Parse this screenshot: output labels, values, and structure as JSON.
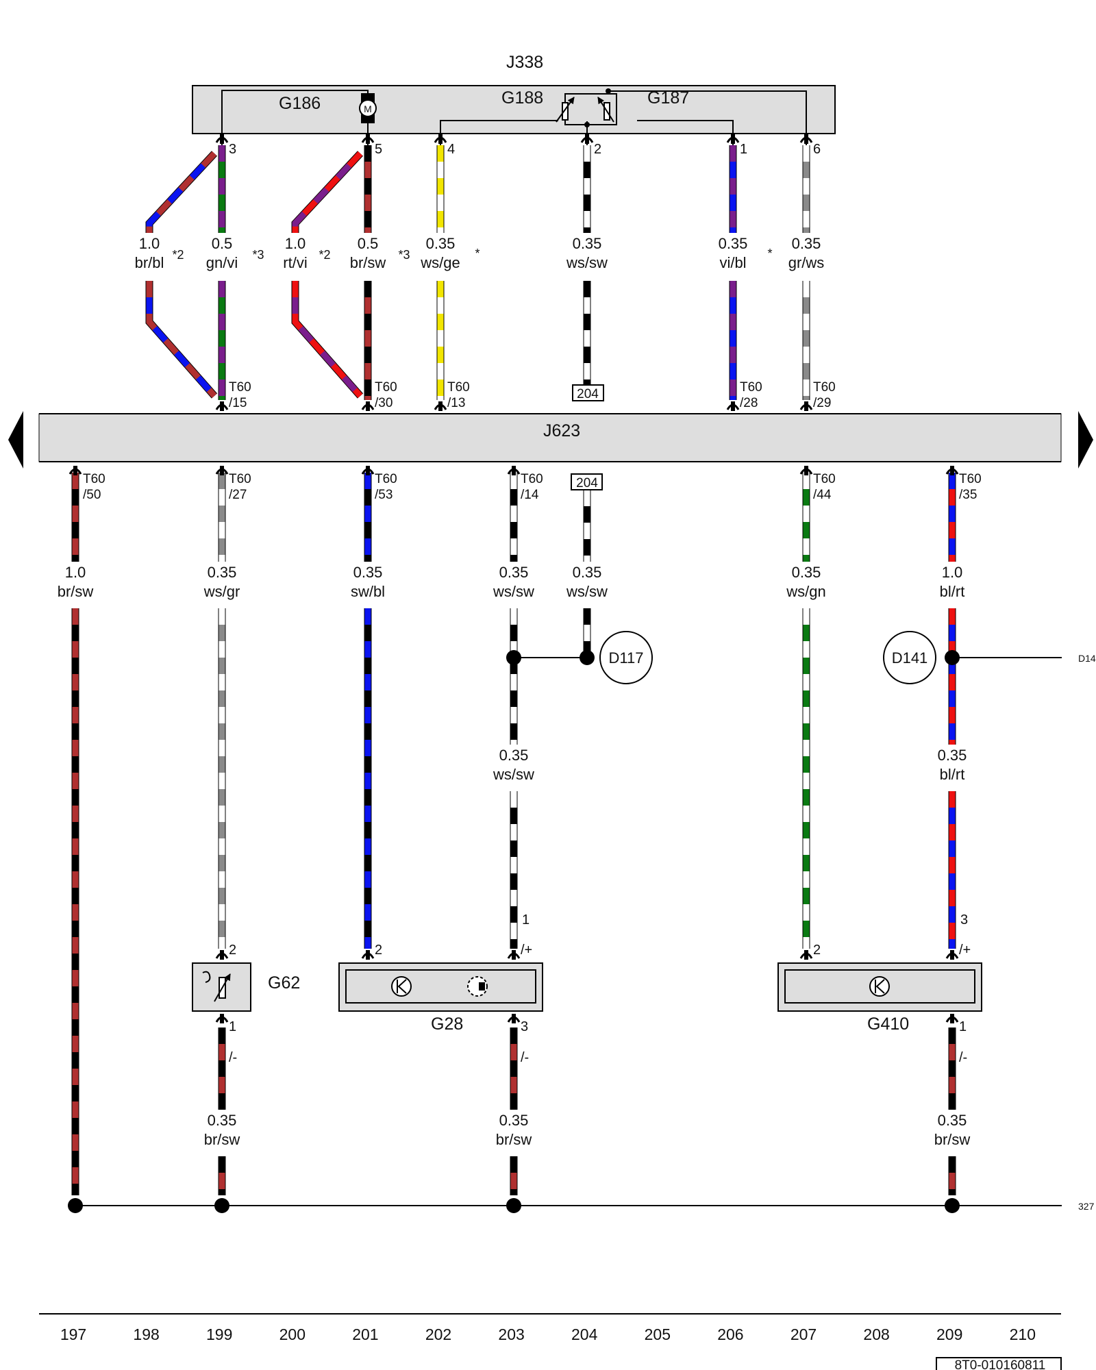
{
  "colors": {
    "br": "#b03030",
    "bl": "#0a14f0",
    "gn": "#0a7a12",
    "vi": "#7a1e8c",
    "rt": "#ee1111",
    "sw": "#000000",
    "ws": "#ffffff",
    "ge": "#f2e600",
    "gr": "#8a8a8a",
    "box_fill": "#dedede",
    "line": "#000000"
  },
  "components": {
    "J338": "J338",
    "G186": "G186",
    "G188": "G188",
    "G187": "G187",
    "J623": "J623",
    "G62": "G62",
    "G28": "G28",
    "G410": "G410",
    "D117": "D117",
    "D141": "D141",
    "motor_symbol": "M"
  },
  "ref_box_204": "204",
  "references": {
    "right_d14": "D14",
    "right_327": "327"
  },
  "upper_wires": [
    {
      "id": "w199",
      "size": "0.5",
      "color": "gn/vi",
      "marker": "*3",
      "pin": "3",
      "conn_a": "T60",
      "conn_b": "/15"
    },
    {
      "id": "w198",
      "size": "1.0",
      "color": "br/bl",
      "marker": "*2"
    },
    {
      "id": "w201",
      "size": "0.5",
      "color": "br/sw",
      "marker": "*3",
      "pin": "5",
      "conn_a": "T60",
      "conn_b": "/30"
    },
    {
      "id": "w200",
      "size": "1.0",
      "color": "rt/vi",
      "marker": "*2"
    },
    {
      "id": "w202",
      "size": "0.35",
      "color": "ws/ge",
      "marker": "*",
      "pin": "4",
      "conn_a": "T60",
      "conn_b": "/13"
    },
    {
      "id": "w204",
      "size": "0.35",
      "color": "ws/sw",
      "pin": "2"
    },
    {
      "id": "w206",
      "size": "0.35",
      "color": "vi/bl",
      "marker": "*",
      "pin": "1",
      "conn_a": "T60",
      "conn_b": "/28"
    },
    {
      "id": "w207",
      "size": "0.35",
      "color": "gr/ws",
      "pin": "6",
      "conn_a": "T60",
      "conn_b": "/29"
    }
  ],
  "lower_wires": [
    {
      "id": "l197",
      "size": "1.0",
      "color": "br/sw",
      "conn_a": "T60",
      "conn_b": "/50"
    },
    {
      "id": "l199",
      "size": "0.35",
      "color": "ws/gr",
      "conn_a": "T60",
      "conn_b": "/27",
      "end_pin": "2"
    },
    {
      "id": "l201",
      "size": "0.35",
      "color": "sw/bl",
      "conn_a": "T60",
      "conn_b": "/53",
      "end_pin": "2"
    },
    {
      "id": "l203",
      "size": "0.35",
      "color": "ws/sw",
      "conn_a": "T60",
      "conn_b": "/14",
      "size2": "0.35",
      "color2": "ws/sw",
      "pin_num": "1",
      "end_pin": "/+"
    },
    {
      "id": "l204",
      "size": "0.35",
      "color": "ws/sw"
    },
    {
      "id": "l207",
      "size": "0.35",
      "color": "ws/gn",
      "conn_a": "T60",
      "conn_b": "/44",
      "end_pin": "2"
    },
    {
      "id": "l209",
      "size": "1.0",
      "color": "bl/rt",
      "conn_a": "T60",
      "conn_b": "/35",
      "size2": "0.35",
      "color2": "bl/rt",
      "pin_num": "3",
      "end_pin": "/+"
    }
  ],
  "ground_wires": [
    {
      "id": "g199",
      "size": "0.35",
      "color": "br/sw",
      "pin": "1",
      "pol": "/-"
    },
    {
      "id": "g203",
      "size": "0.35",
      "color": "br/sw",
      "pin": "3",
      "pol": "/-"
    },
    {
      "id": "g209",
      "size": "0.35",
      "color": "br/sw",
      "pin": "1",
      "pol": "/-"
    }
  ],
  "grid_numbers": [
    "197",
    "198",
    "199",
    "200",
    "201",
    "202",
    "203",
    "204",
    "205",
    "206",
    "207",
    "208",
    "209",
    "210"
  ],
  "doc_code": "8T0-010160811"
}
